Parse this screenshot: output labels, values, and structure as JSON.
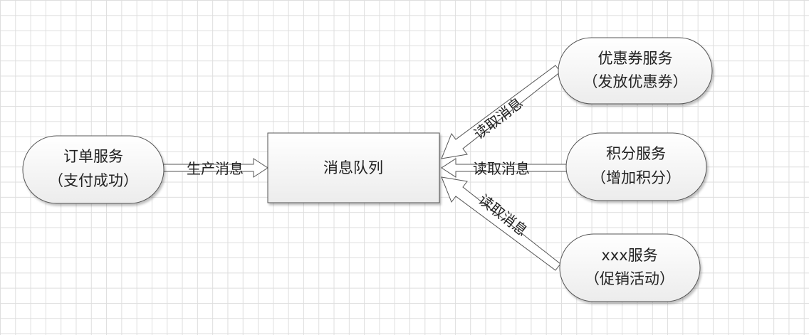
{
  "nodes": {
    "order": {
      "line1": "订单服务",
      "line2": "（支付成功）"
    },
    "queue": {
      "label": "消息队列"
    },
    "coupon": {
      "line1": "优惠券服务",
      "line2": "（发放优惠券）"
    },
    "points": {
      "line1": "积分服务",
      "line2": "（增加积分）"
    },
    "xxx": {
      "line1": "xxx服务",
      "line2": "（促销活动）"
    }
  },
  "edges": {
    "produce": {
      "label": "生产消息"
    },
    "read_coupon": {
      "label": "读取消息"
    },
    "read_points": {
      "label": "读取消息"
    },
    "read_xxx": {
      "label": "读取消息"
    }
  }
}
